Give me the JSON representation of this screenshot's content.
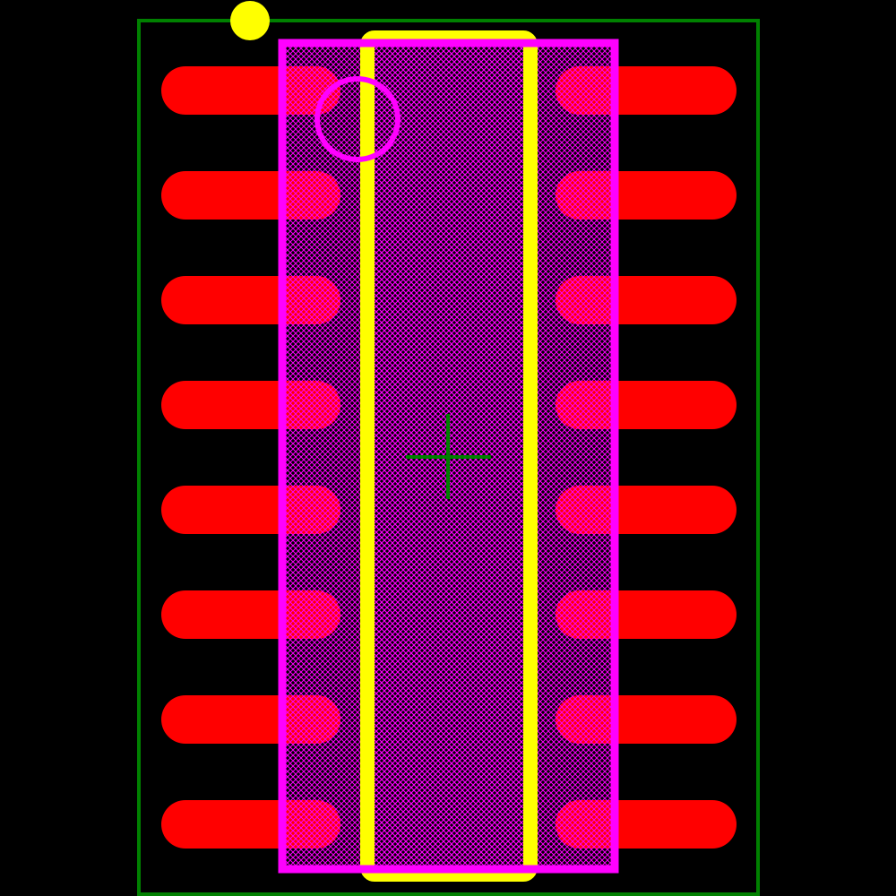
{
  "footprint": {
    "pads_per_side": 8,
    "pad_count": 16,
    "pin1_marker": "circle"
  },
  "colors": {
    "background": "#000000",
    "pad": "#ff0000",
    "courtyard": "#008000",
    "fab_outline": "#ff00ff",
    "silkscreen_body": "#ffff00",
    "pin1_dot": "#ffff00",
    "origin_cross": "#008000"
  }
}
